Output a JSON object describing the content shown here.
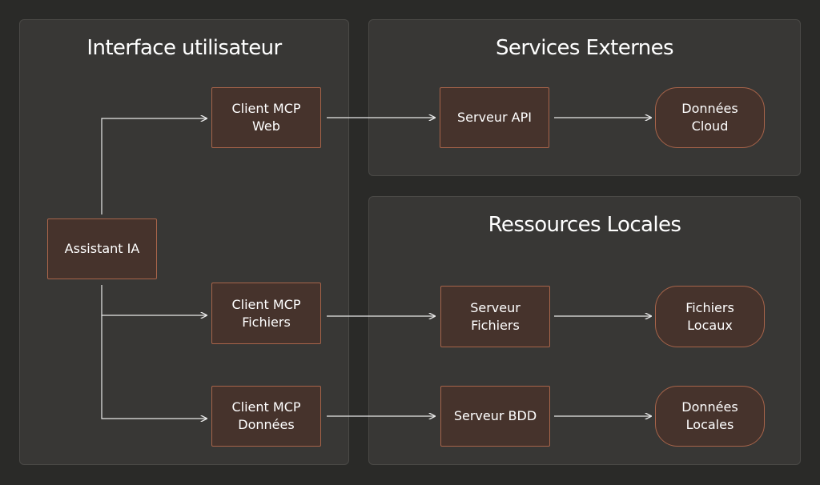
{
  "panels": {
    "interface": {
      "title": "Interface utilisateur"
    },
    "external": {
      "title": "Services Externes"
    },
    "local": {
      "title": "Ressources Locales"
    }
  },
  "nodes": {
    "assistant": "Assistant IA",
    "client_web": "Client MCP\nWeb",
    "client_files": "Client MCP\nFichiers",
    "client_data": "Client MCP\nDonnées",
    "server_api": "Serveur API",
    "data_cloud": "Données\nCloud",
    "server_files": "Serveur\nFichiers",
    "local_files": "Fichiers\nLocaux",
    "server_db": "Serveur BDD",
    "local_data": "Données\nLocales"
  },
  "colors": {
    "background": "#2a2a28",
    "panel": "#383735",
    "node_fill": "#46332c",
    "node_border": "#a7644a",
    "connector": "#e8e8e8"
  }
}
